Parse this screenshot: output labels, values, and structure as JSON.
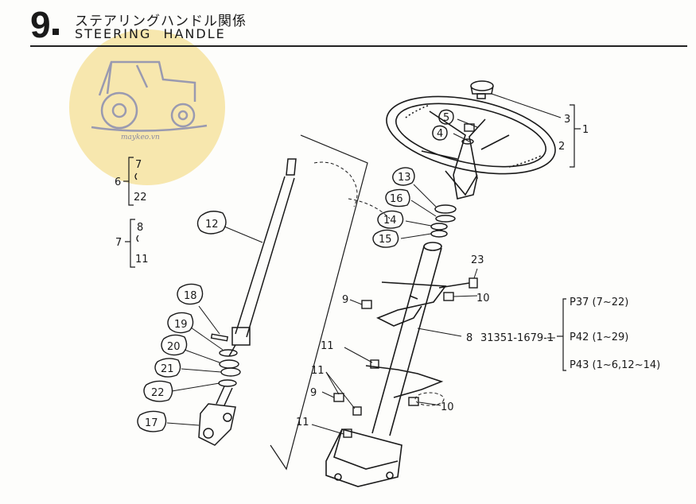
{
  "header": {
    "section_number": "9",
    "title_jp": "ステアリングハンドル関係",
    "title_en": "STEERING  HANDLE"
  },
  "watermark": {
    "text": "maykeo.vn",
    "icon": "tractor-icon"
  },
  "callouts": {
    "c1": "1",
    "c2": "2",
    "c3": "3",
    "c4": "4",
    "c5": "5",
    "c6": "6",
    "c7": "7",
    "c8": "8",
    "c9a": "9",
    "c9b": "9",
    "c10a": "10",
    "c10b": "10",
    "c11a": "11",
    "c11b": "11",
    "c11c": "11",
    "c12": "12",
    "c13": "13",
    "c14": "14",
    "c15": "15",
    "c16": "16",
    "c17": "17",
    "c18": "18",
    "c19": "19",
    "c20": "20",
    "c21": "21",
    "c22": "22",
    "c23": "23"
  },
  "brackets": {
    "g6_top": "7",
    "g6_bottom": "22",
    "g7_top": "8",
    "g7_bottom": "11"
  },
  "part_number": "31351-1679-1",
  "page_refs": {
    "r1": "P37 (7~22)",
    "r2": "P42 (1~29)",
    "r3": "P43 (1~6,12~14)"
  },
  "colors": {
    "ink": "#1a1a1a",
    "watermark_bg": "#f6e3a0",
    "watermark_ink": "#9a9ab0"
  }
}
